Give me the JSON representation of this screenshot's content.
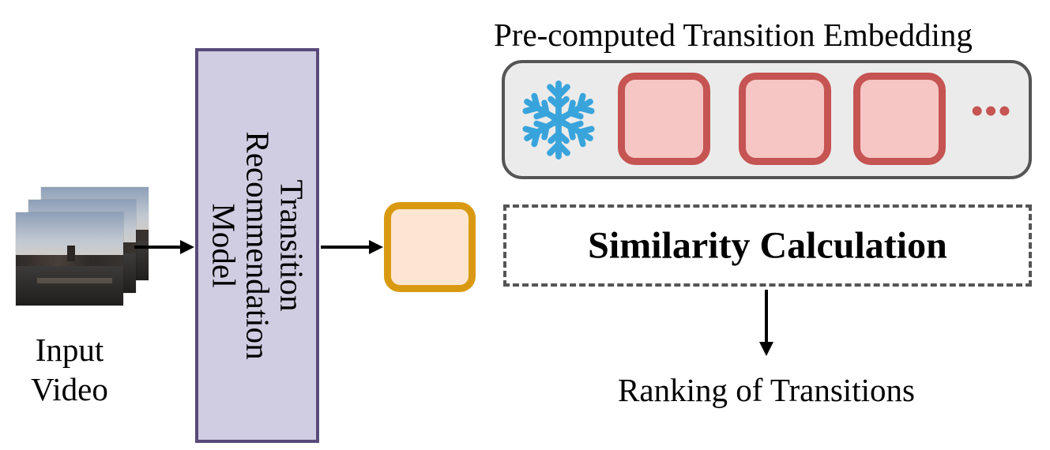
{
  "input": {
    "label_line1": "Input",
    "label_line2": "Video"
  },
  "model": {
    "line1": "Transition",
    "line2": "Recommendation",
    "line3": "Model",
    "fill_color": "#d0cde2",
    "border_color": "#594a7a"
  },
  "output_embedding": {
    "fill_color": "#fde6d1",
    "border_color": "#d99a12"
  },
  "precomputed": {
    "title": "Pre-computed Transition Embedding",
    "frozen_icon": "snowflake-icon",
    "tile_fill_color": "#f5c6c4",
    "tile_border_color": "#c55452",
    "ellipsis": "•••"
  },
  "similarity": {
    "label": "Similarity Calculation"
  },
  "result": {
    "label": "Ranking of Transitions"
  }
}
